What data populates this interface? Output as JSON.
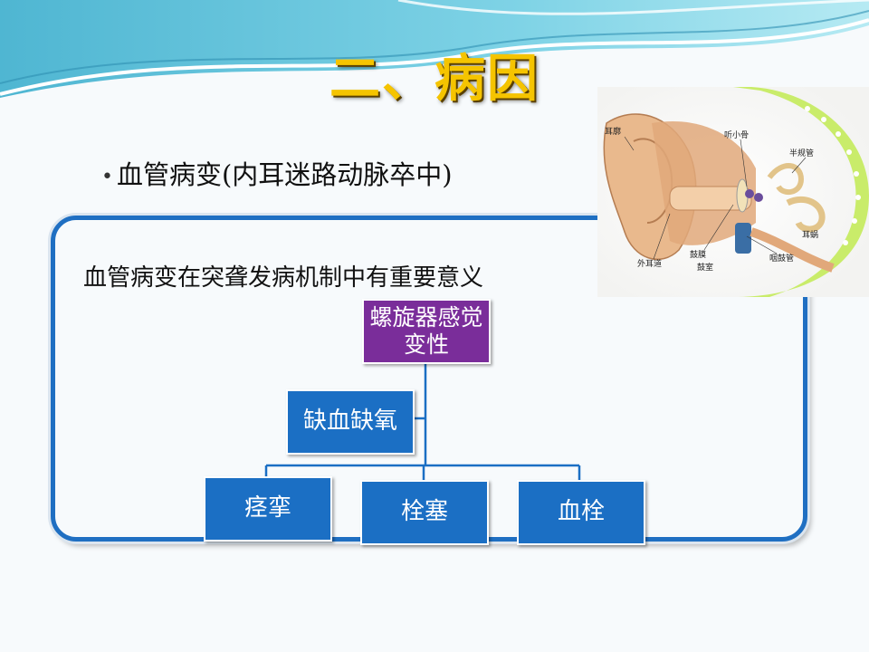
{
  "slide": {
    "title": "二、病因",
    "bullet": "血管病变(内耳迷路动脉卒中)",
    "subtitle": "血管病变在突聋发病机制中有重要意义"
  },
  "ear_labels": {
    "auricle": "耳廓",
    "ossicles": "听小骨",
    "semicircular": "半规管",
    "cochlea": "耳蜗",
    "ear_canal": "外耳道",
    "eardrum": "鼓膜",
    "tympanic": "鼓室",
    "eustachian": "咽鼓管"
  },
  "org_chart": {
    "root": "螺旋器感觉变性",
    "assistant": "缺血缺氧",
    "children": [
      "痉挛",
      "栓塞",
      "血栓"
    ]
  },
  "colors": {
    "frame": "#1f6fc2",
    "box_blue": "#1b6fc4",
    "box_purple": "#7a2d9a",
    "title_gold": "#f5c400"
  }
}
